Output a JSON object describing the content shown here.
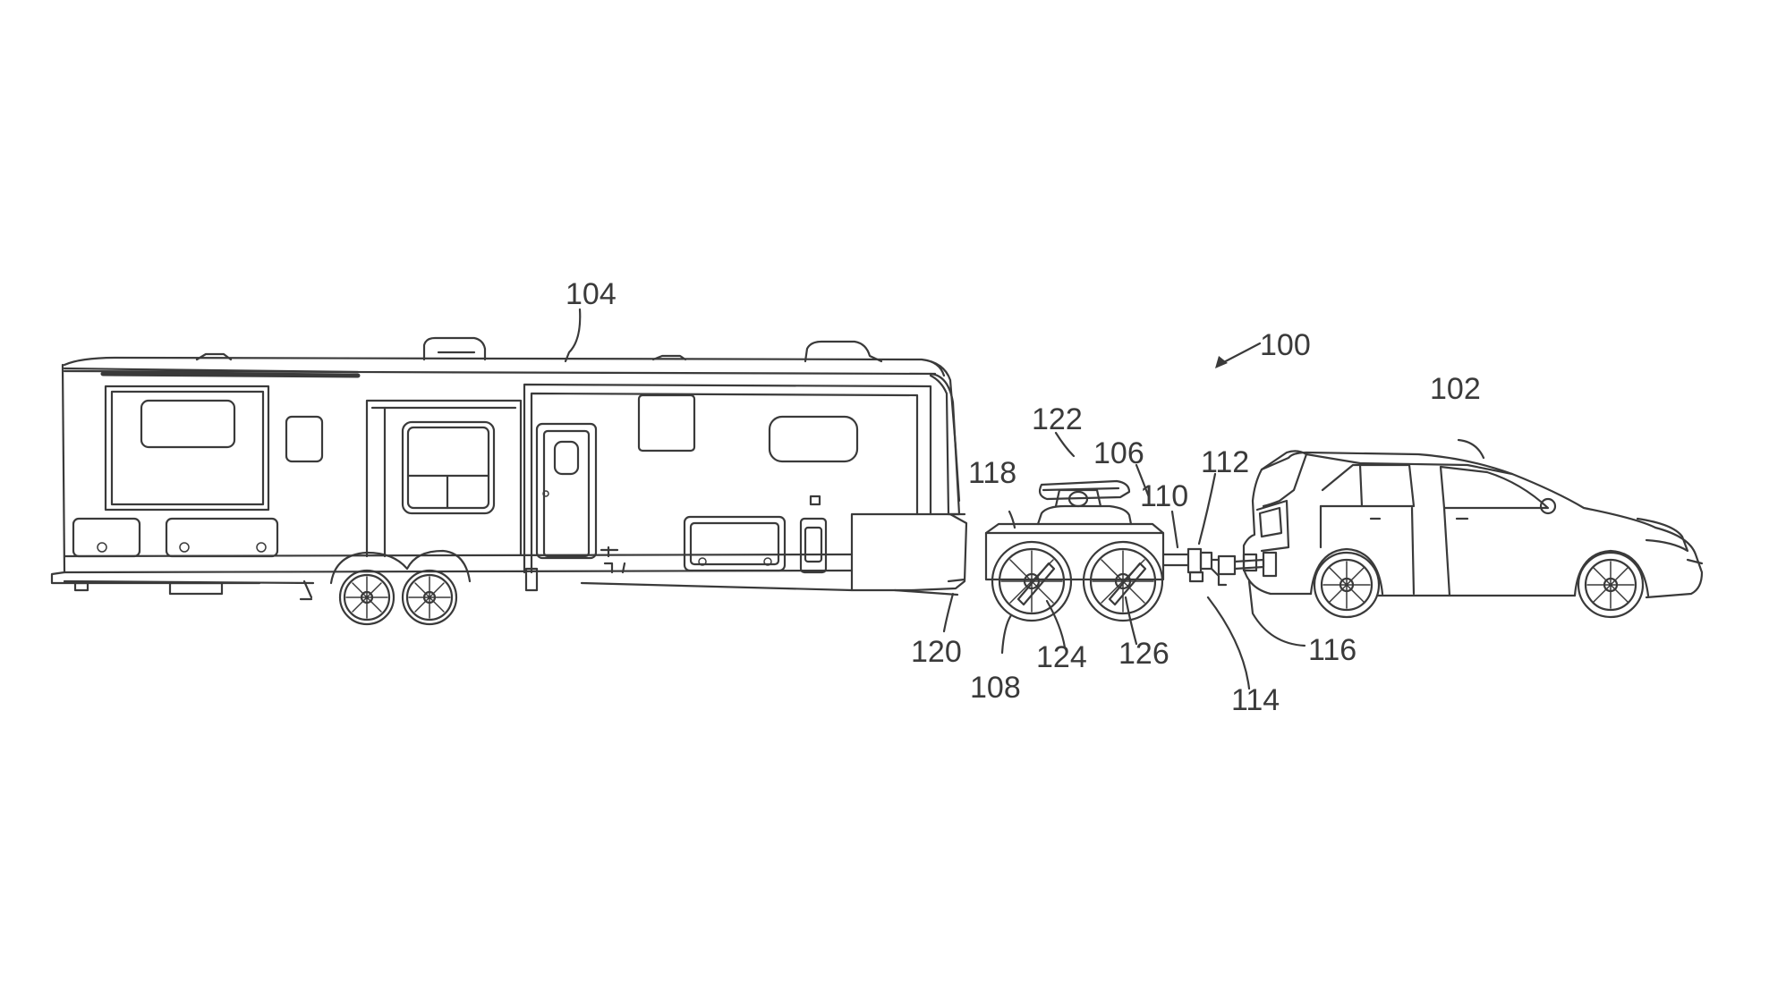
{
  "labels": {
    "system": "100",
    "tow_vehicle": "102",
    "fifth_wheel_trailer": "104",
    "dolly": "106",
    "dolly_frame": "108",
    "tongue": "110",
    "coupler": "112",
    "hitch": "114",
    "hitch_receiver": "116",
    "dolly_body": "118",
    "trailer_pin": "120",
    "fifth_wheel_plate": "122",
    "dolly_wheel_front": "124",
    "dolly_wheel_rear": "126"
  },
  "colors": {
    "line": "#3a3a3a",
    "background": "#ffffff"
  }
}
